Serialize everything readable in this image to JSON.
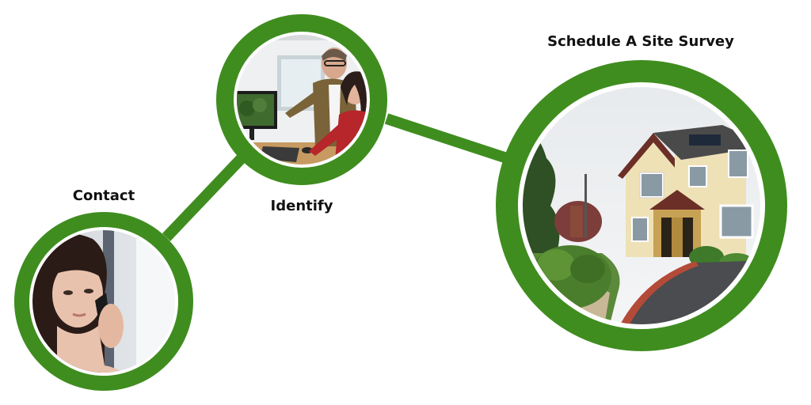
{
  "colors": {
    "ring": "#3f8d1f",
    "inner_ring": "#ffffff",
    "label": "#111111"
  },
  "steps": [
    {
      "label": "Contact",
      "image": "woman-on-phone-photo"
    },
    {
      "label": "Identify",
      "image": "office-colleagues-at-computer-photo"
    },
    {
      "label": "Schedule A Site Survey",
      "image": "detached-house-photo"
    }
  ]
}
